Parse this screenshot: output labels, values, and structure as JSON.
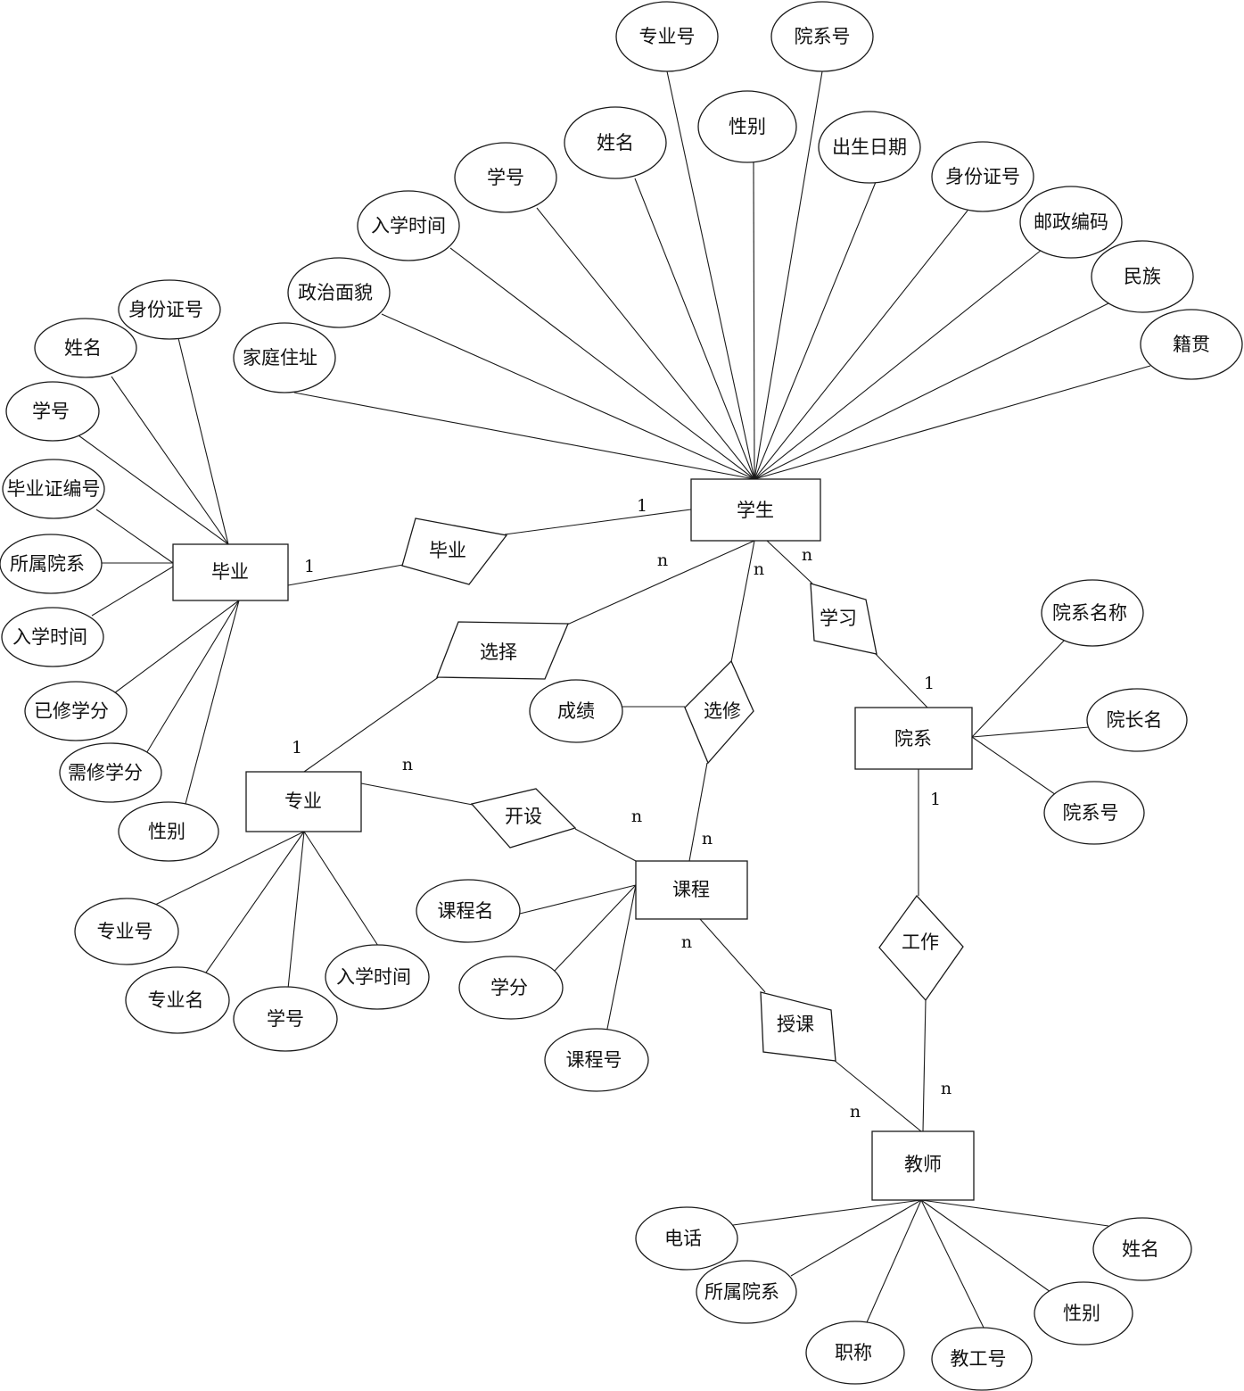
{
  "entities": {
    "student": "学生",
    "graduation": "毕业",
    "major": "专业",
    "course": "课程",
    "department": "院系",
    "teacher": "教师"
  },
  "relationships": {
    "graduate": "毕业",
    "choose": "选择",
    "elective": "选修",
    "study": "学习",
    "offer": "开设",
    "teach": "授课",
    "work": "工作"
  },
  "attributes": {
    "student": {
      "major_no": "专业号",
      "dept_no": "院系号",
      "gender": "性别",
      "name": "姓名",
      "birth_date": "出生日期",
      "student_no": "学号",
      "id_no": "身份证号",
      "enroll_time": "入学时间",
      "postcode": "邮政编码",
      "political": "政治面貌",
      "ethnicity": "民族",
      "address": "家庭住址",
      "native_place": "籍贯"
    },
    "graduation": {
      "id_no": "身份证号",
      "name": "姓名",
      "student_no": "学号",
      "cert_no": "毕业证编号",
      "dept": "所属院系",
      "enroll_time": "入学时间",
      "credits_done": "已修学分",
      "credits_required": "需修学分",
      "gender": "性别"
    },
    "elective": {
      "score": "成绩"
    },
    "department": {
      "dept_name": "院系名称",
      "dean": "院长名",
      "dept_no": "院系号"
    },
    "major": {
      "major_no": "专业号",
      "major_name": "专业名",
      "student_no": "学号",
      "enroll_time": "入学时间"
    },
    "course": {
      "course_name": "课程名",
      "credit": "学分",
      "course_no": "课程号"
    },
    "teacher": {
      "phone": "电话",
      "name": "姓名",
      "dept": "所属院系",
      "gender": "性别",
      "title": "职称",
      "staff_no": "教工号"
    }
  },
  "cardinalities": {
    "student_graduate": "1",
    "graduation_graduate": "1",
    "student_choose": "n",
    "student_elective": "n",
    "student_study": "n",
    "major_choose": "1",
    "major_offer": "n",
    "course_offer": "n",
    "course_elective": "n",
    "dept_study": "1",
    "dept_work": "1",
    "course_teach": "n",
    "teacher_teach": "n",
    "teacher_work": "n"
  }
}
